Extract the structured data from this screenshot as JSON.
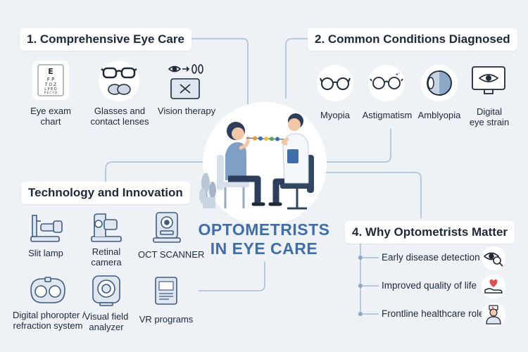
{
  "title": {
    "line1": "OPTOMETRISTS",
    "line2": "IN EYE CARE"
  },
  "sections": {
    "care": {
      "heading": "1. Comprehensive Eye Care",
      "items": [
        {
          "label_line1": "Eye exam",
          "label_line2": "chart",
          "icon": "eye-chart-icon"
        },
        {
          "label_line1": "Glasses and",
          "label_line2": "contact lenses",
          "icon": "glasses-icon"
        },
        {
          "label_line1": "Vision therapy",
          "label_line2": "",
          "icon": "vision-therapy-icon"
        }
      ]
    },
    "conditions": {
      "heading": "2. Common Conditions Diagnosed",
      "items": [
        {
          "label_line1": "Myopia",
          "label_line2": "",
          "icon": "myopia-glasses-icon"
        },
        {
          "label_line1": "Astigmatism",
          "label_line2": "",
          "icon": "astigmatism-icon"
        },
        {
          "label_line1": "Amblyopia",
          "label_line2": "",
          "icon": "eyeball-icon"
        },
        {
          "label_line1": "Digital",
          "label_line2": "eye strain",
          "icon": "monitor-eye-icon"
        }
      ]
    },
    "technology": {
      "heading": "Technology and Innovation",
      "items": [
        {
          "label_line1": "Slit lamp",
          "label_line2": "",
          "icon": "slit-lamp-icon"
        },
        {
          "label_line1": "Retinal",
          "label_line2": "camera",
          "icon": "retinal-camera-icon"
        },
        {
          "label_line1": "OCT SCANNER",
          "label_line2": "",
          "icon": "oct-scanner-icon"
        },
        {
          "label_line1": "Digital phoropter /",
          "label_line2": "refraction system",
          "icon": "phoropter-icon"
        },
        {
          "label_line1": "Visual field",
          "label_line2": "analyzer",
          "icon": "visual-field-icon"
        },
        {
          "label_line1": "VR programs",
          "label_line2": "",
          "icon": "tablet-icon"
        }
      ]
    },
    "why": {
      "heading": "4. Why Optometrists Matter",
      "items": [
        {
          "label": "Early disease detection",
          "icon": "eye-magnifier-icon"
        },
        {
          "label": "Improved quality of life",
          "icon": "heart-hand-icon"
        },
        {
          "label": "Frontline healthcare role",
          "icon": "nurse-icon"
        }
      ]
    }
  },
  "colors": {
    "accent": "#3f6ea8",
    "line": "#a9bdd6",
    "background": "#eef1f6"
  }
}
